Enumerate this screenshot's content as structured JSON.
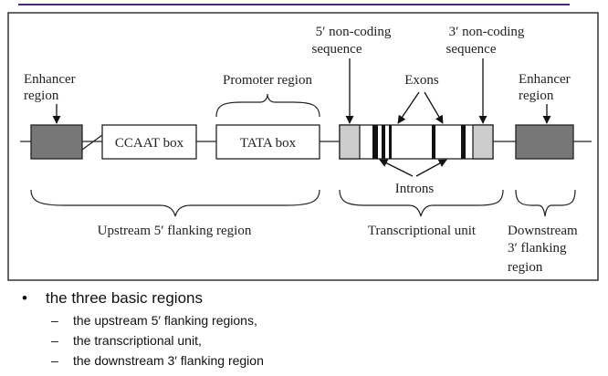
{
  "diagram": {
    "labels": {
      "enhancer_left": [
        "Enhancer",
        "region"
      ],
      "promoter": "Promoter region",
      "noncoding5": [
        "5′ non-coding",
        "sequence"
      ],
      "noncoding3": [
        "3′ non-coding",
        "sequence"
      ],
      "exons": "Exons",
      "enhancer_right": [
        "Enhancer",
        "region"
      ],
      "ccaat": "CCAAT box",
      "tata": "TATA box",
      "introns": "Introns",
      "upstream": "Upstream 5′ flanking region",
      "transcriptional": "Transcriptional unit",
      "downstream": [
        "Downstream",
        "3′ flanking",
        "region"
      ]
    }
  },
  "notes": {
    "bullet_glyph": "•",
    "dash_glyph": "–",
    "heading": "the three basic regions",
    "items": [
      "the upstream 5′ flanking regions,",
      "the transcriptional unit,",
      "the downstream 3′ flanking region"
    ]
  }
}
